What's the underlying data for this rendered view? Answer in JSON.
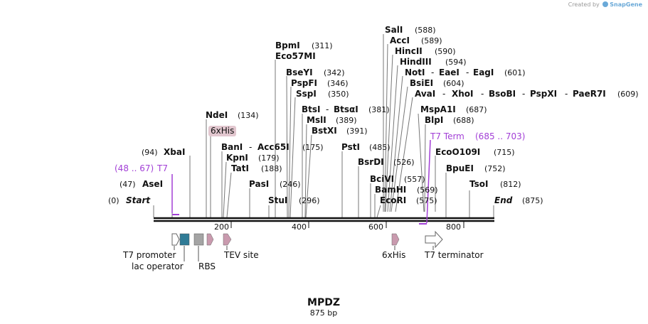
{
  "credit": {
    "prefix": "Created by",
    "brand": "SnapGene"
  },
  "sequence": {
    "name": "MPDZ",
    "length_label": "875 bp",
    "length": 875
  },
  "ends": {
    "start_label": "Start",
    "start_pos": "(0)",
    "end_label": "End",
    "end_pos": "(875)"
  },
  "axis_ticks": [
    "200",
    "400",
    "600",
    "800"
  ],
  "enzyme_labels": [
    {
      "name": "SalI",
      "pos": "(588)"
    },
    {
      "name": "AccI",
      "pos": "(589)"
    },
    {
      "name": "HincII",
      "pos": "(590)"
    },
    {
      "name": "HindIII",
      "pos": "(594)"
    },
    {
      "name": "NotI",
      "pos": "(601)",
      "alt": [
        "EaeI",
        "EagI"
      ]
    },
    {
      "name": "BsiEI",
      "pos": "(604)"
    },
    {
      "name": "AvaI",
      "pos": "(609)",
      "alt": [
        "XhoI",
        "BsoBI",
        "PspXI",
        "PaeR7I"
      ]
    },
    {
      "name": "MspA1I",
      "pos": "(687)"
    },
    {
      "name": "BlpI",
      "pos": "(688)"
    },
    {
      "name": "EcoO109I",
      "pos": "(715)"
    },
    {
      "name": "BpuEI",
      "pos": "(752)"
    },
    {
      "name": "TsoI",
      "pos": "(812)"
    },
    {
      "name": "BpmI",
      "pos": "(311)"
    },
    {
      "name": "Eco57MI",
      "pos": ""
    },
    {
      "name": "BseYI",
      "pos": "(342)"
    },
    {
      "name": "PspFI",
      "pos": "(346)"
    },
    {
      "name": "SspI",
      "pos": "(350)"
    },
    {
      "name": "BtsI",
      "pos": "(381)",
      "alt": [
        "BtsαI"
      ]
    },
    {
      "name": "MslI",
      "pos": "(389)"
    },
    {
      "name": "BstXI",
      "pos": "(391)"
    },
    {
      "name": "NdeI",
      "pos": "(134)"
    },
    {
      "name": "BanI",
      "pos": "(175)",
      "alt": [
        "Acc65I"
      ]
    },
    {
      "name": "KpnI",
      "pos": "(179)"
    },
    {
      "name": "TatI",
      "pos": "(188)"
    },
    {
      "name": "PasI",
      "pos": "(246)"
    },
    {
      "name": "StuI",
      "pos": "(296)"
    },
    {
      "name": "PstI",
      "pos": "(485)"
    },
    {
      "name": "BsrDI",
      "pos": "(526)"
    },
    {
      "name": "BciVI",
      "pos": "(557)"
    },
    {
      "name": "BamHI",
      "pos": "(569)"
    },
    {
      "name": "EcoRI",
      "pos": "(575)"
    },
    {
      "name": "XbaI",
      "pos": "(94)"
    },
    {
      "name": "AseI",
      "pos": "(47)"
    }
  ],
  "primers": [
    {
      "name": "T7",
      "range": "(48 .. 67)"
    },
    {
      "name": "T7 Term",
      "range": "(685 .. 703)"
    }
  ],
  "feature_tags": [
    {
      "label": "6xHis"
    }
  ],
  "features": [
    {
      "label": "T7 promoter"
    },
    {
      "label": "lac operator"
    },
    {
      "label": "RBS"
    },
    {
      "label": "TEV site"
    },
    {
      "label": "6xHis"
    },
    {
      "label": "T7 terminator"
    }
  ],
  "colors": {
    "primer": "#a23fd6",
    "his_tag": "#c99aae",
    "lac_operator": "#2f7b96",
    "rbs": "#a4a4a4",
    "tag_box_fill": "#e2c7cf"
  }
}
